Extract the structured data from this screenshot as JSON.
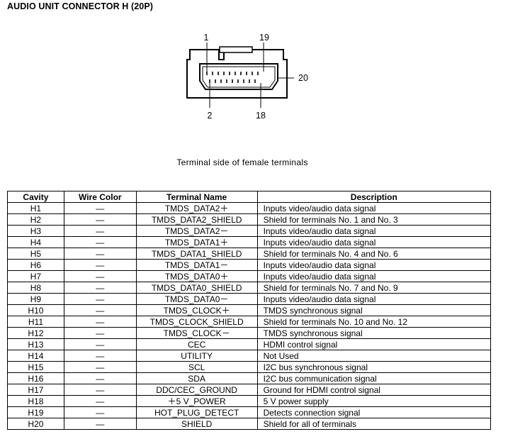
{
  "title": "AUDIO UNIT CONNECTOR H (20P)",
  "diagram": {
    "pin_labels": {
      "top_left": "1",
      "top_right": "19",
      "right": "20",
      "bottom_left": "2",
      "bottom_right": "18"
    },
    "caption": "Terminal side of female terminals"
  },
  "table": {
    "headers": [
      "Cavity",
      "Wire Color",
      "Terminal Name",
      "Description"
    ],
    "rows": [
      [
        "H1",
        "—",
        "TMDS_DATA2＋",
        "Inputs video/audio data signal"
      ],
      [
        "H2",
        "—",
        "TMDS_DATA2_SHIELD",
        "Shield for terminals No. 1 and No. 3"
      ],
      [
        "H3",
        "—",
        "TMDS_DATA2－",
        "Inputs video/audio data signal"
      ],
      [
        "H4",
        "—",
        "TMDS_DATA1＋",
        "Inputs video/audio data signal"
      ],
      [
        "H5",
        "—",
        "TMDS_DATA1_SHIELD",
        "Shield for terminals No. 4 and No. 6"
      ],
      [
        "H6",
        "—",
        "TMDS_DATA1－",
        "Inputs video/audio data signal"
      ],
      [
        "H7",
        "—",
        "TMDS_DATA0＋",
        "Inputs video/audio data signal"
      ],
      [
        "H8",
        "—",
        "TMDS_DATA0_SHIELD",
        "Shield for terminals No. 7 and No. 9"
      ],
      [
        "H9",
        "—",
        "TMDS_DATA0－",
        "Inputs video/audio data signal"
      ],
      [
        "H10",
        "—",
        "TMDS_CLOCK＋",
        "TMDS synchronous signal"
      ],
      [
        "H11",
        "—",
        "TMDS_CLOCK_SHIELD",
        "Shield for terminals No. 10 and No. 12"
      ],
      [
        "H12",
        "—",
        "TMDS_CLOCK－",
        "TMDS synchronous signal"
      ],
      [
        "H13",
        "—",
        "CEC",
        "HDMI control signal"
      ],
      [
        "H14",
        "—",
        "UTILITY",
        "Not Used"
      ],
      [
        "H15",
        "—",
        "SCL",
        "I2C bus synchronous signal"
      ],
      [
        "H16",
        "—",
        "SDA",
        "I2C bus communication signal"
      ],
      [
        "H17",
        "—",
        "DDC/CEC_GROUND",
        "Ground for HDMI control signal"
      ],
      [
        "H18",
        "—",
        "＋5 V_POWER",
        "5 V power supply"
      ],
      [
        "H19",
        "—",
        "HOT_PLUG_DETECT",
        "Detects connection signal"
      ],
      [
        "H20",
        "—",
        "SHIELD",
        "Shield for all of terminals"
      ]
    ]
  }
}
